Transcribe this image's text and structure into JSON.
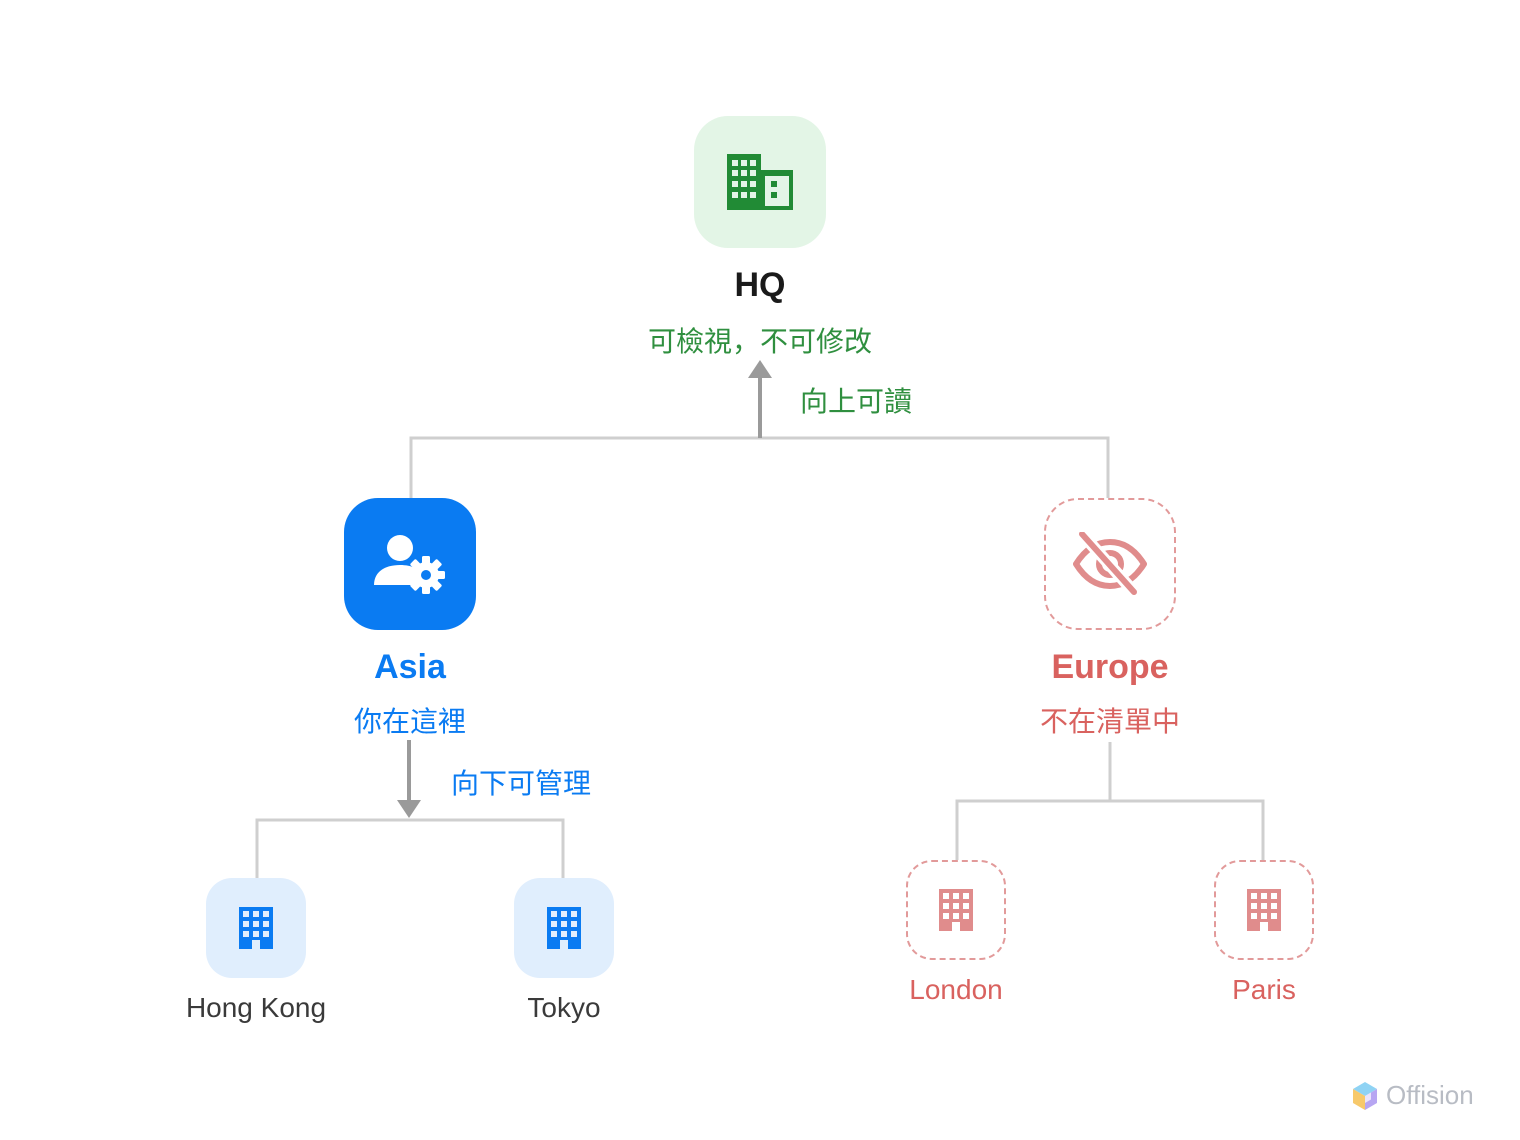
{
  "hq": {
    "name": "HQ",
    "note": "可檢視，不可修改",
    "icon": "office-building-icon",
    "color": "#2f8f3f"
  },
  "relations": {
    "up": "向上可讀",
    "down": "向下可管理"
  },
  "asia": {
    "name": "Asia",
    "note": "你在這裡",
    "icon": "user-settings-icon",
    "color": "#0a7bf2"
  },
  "europe": {
    "name": "Europe",
    "note": "不在清單中",
    "icon": "eye-off-icon",
    "color": "#d9625f"
  },
  "asia_children": [
    {
      "name": "Hong Kong",
      "icon": "building-icon"
    },
    {
      "name": "Tokyo",
      "icon": "building-icon"
    }
  ],
  "europe_children": [
    {
      "name": "London",
      "icon": "building-icon"
    },
    {
      "name": "Paris",
      "icon": "building-icon"
    }
  ],
  "brand": {
    "name": "Offision",
    "icon": "offision-logo-icon"
  }
}
